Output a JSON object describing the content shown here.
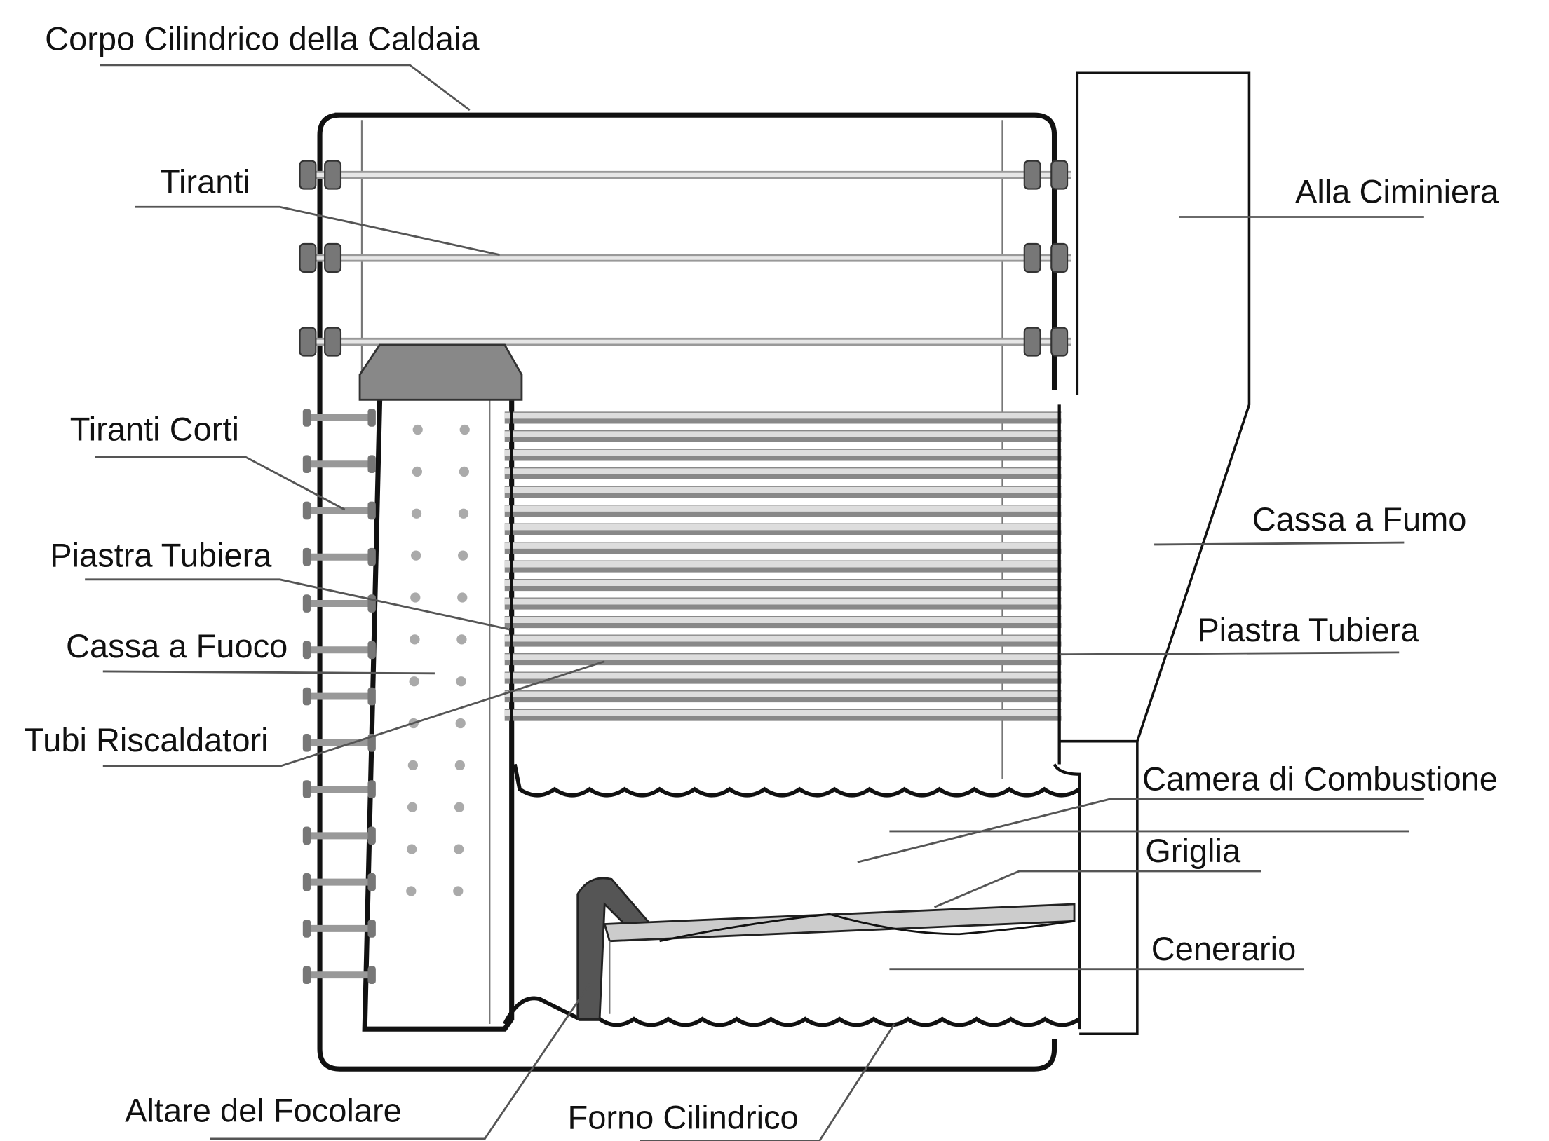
{
  "diagram": {
    "labels": {
      "corpo": "Corpo Cilindrico della Caldaia",
      "tiranti": "Tiranti",
      "ciminiera": "Alla Ciminiera",
      "tiranti_corti": "Tiranti Corti",
      "cassa_fumo": "Cassa a Fumo",
      "piastra_left": "Piastra Tubiera",
      "piastra_right": "Piastra Tubiera",
      "cassa_fuoco": "Cassa a Fuoco",
      "tubi": "Tubi Riscaldatori",
      "camera": "Camera di Combustione",
      "griglia": "Griglia",
      "cenerario": "Cenerario",
      "altare": "Altare del Focolare",
      "forno": "Forno Cilindrico"
    },
    "colors": {
      "line": "#111111",
      "leader": "#555555",
      "rod": "#999999",
      "altar": "#555555"
    }
  }
}
